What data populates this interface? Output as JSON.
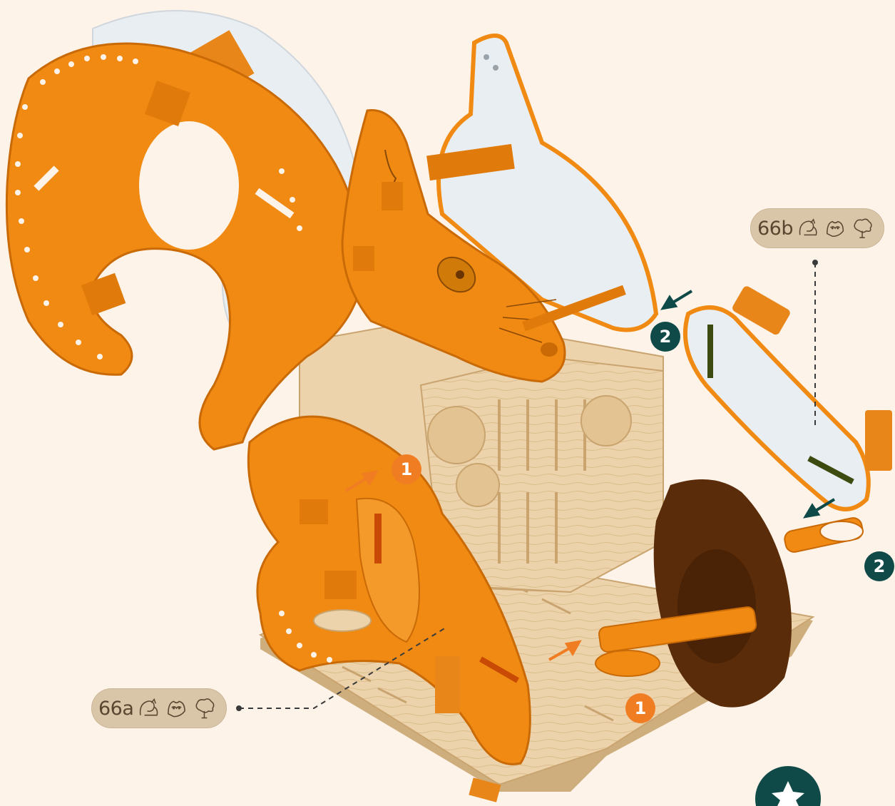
{
  "colors": {
    "background": "#fdf3e9",
    "piece_orange": "#f08a12",
    "piece_orange_dark": "#c96a06",
    "piece_white": "#e9eef2",
    "plywood": "#ecd3ac",
    "plywood_dark": "#cfae7e",
    "acorn": "#5a2c0a",
    "badge_orange": "#f07d22",
    "badge_teal": "#0f4a48",
    "label_pill": "#d9c6a8"
  },
  "labels": {
    "part_a": "66a",
    "part_b": "66b",
    "label_icons": [
      "squirrel-icon",
      "raccoon-icon",
      "tree-icon"
    ]
  },
  "steps": {
    "step1": "1",
    "step2": "2"
  },
  "footer_icon": "star-icon"
}
